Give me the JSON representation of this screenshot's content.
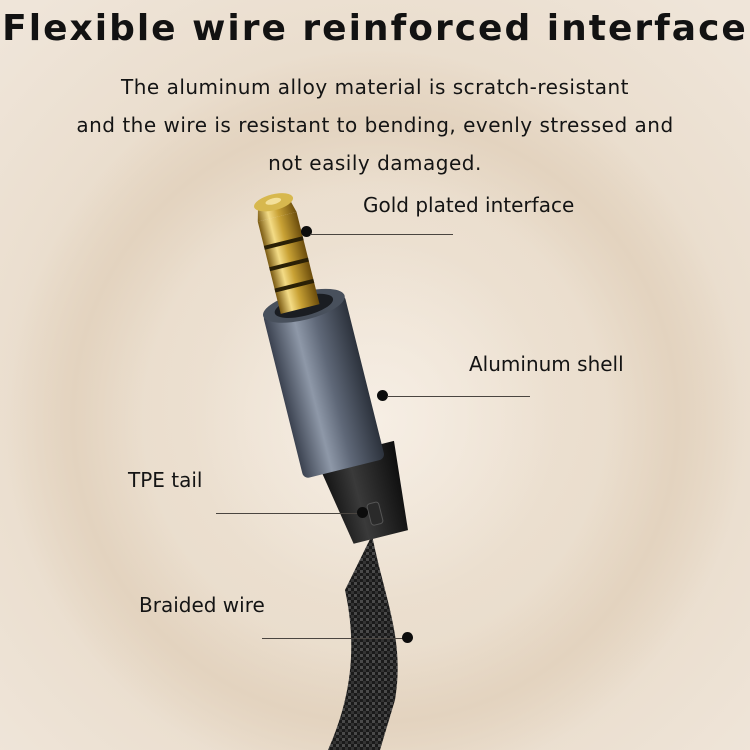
{
  "header": {
    "title": "Flexible wire reinforced interface",
    "description_lines": [
      "The aluminum alloy material is scratch-resistant",
      "and the wire is resistant to bending, evenly stressed and",
      "not easily damaged."
    ]
  },
  "callouts": [
    {
      "label": "Gold plated interface"
    },
    {
      "label": "Aluminum shell"
    },
    {
      "label": "TPE tail"
    },
    {
      "label": "Braided wire"
    }
  ],
  "colors": {
    "background": "#ece1d3",
    "text": "#141414",
    "gold": "#c9a235",
    "shell": "#5f6878",
    "cable": "#1b1b1b"
  }
}
